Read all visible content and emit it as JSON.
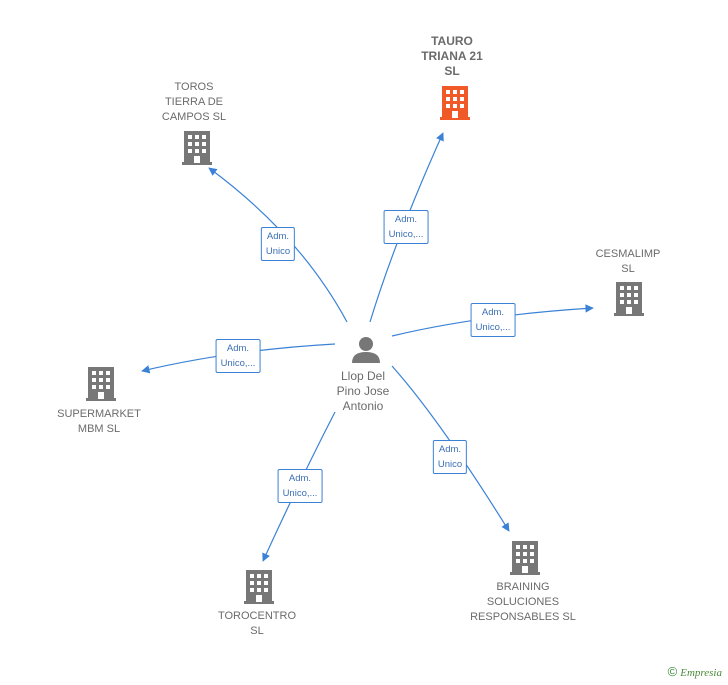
{
  "center": {
    "label": "Llop Del\nPino Jose\nAntonio",
    "icon": "person-icon"
  },
  "companies": [
    {
      "id": "tauro",
      "label": "TAURO\nTRIANA 21\nSL",
      "color": "#f05a28",
      "icon": "building-icon",
      "edge": "Adm.\nUnico,..."
    },
    {
      "id": "toros",
      "label": "TOROS\nTIERRA DE\nCAMPOS  SL",
      "color": "#777777",
      "icon": "building-icon",
      "edge": "Adm.\nUnico"
    },
    {
      "id": "cesmalimp",
      "label": "CESMALIMP\nSL",
      "color": "#777777",
      "icon": "building-icon",
      "edge": "Adm.\nUnico,..."
    },
    {
      "id": "supermarket",
      "label": "SUPERMARKET\nMBM  SL",
      "color": "#777777",
      "icon": "building-icon",
      "edge": "Adm.\nUnico,..."
    },
    {
      "id": "braining",
      "label": "BRAINING\nSOLUCIONES\nRESPONSABLES SL",
      "color": "#777777",
      "icon": "building-icon",
      "edge": "Adm.\nUnico"
    },
    {
      "id": "torocentro",
      "label": "TOROCENTRO\nSL",
      "color": "#777777",
      "icon": "building-icon",
      "edge": "Adm.\nUnico,..."
    }
  ],
  "colors": {
    "edge": "#3b82d6",
    "person": "#777777"
  },
  "footer": {
    "copyright": "©",
    "brand": "Empresia"
  }
}
